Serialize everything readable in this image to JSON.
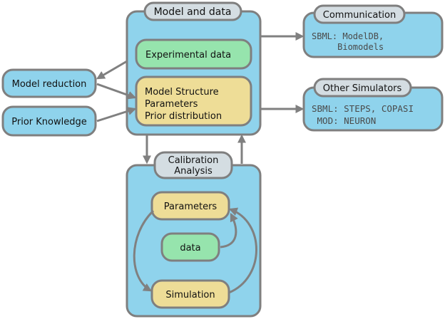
{
  "colors": {
    "blue": "#8fd3ec",
    "green": "#96e4ad",
    "yellow": "#eedd97",
    "grey_tab": "#d4dde2",
    "stroke": "#7f7f7f",
    "arrow": "#808080"
  },
  "model_and_data": {
    "title": "Model and data",
    "experimental_data": "Experimental data",
    "structure_lines": [
      "Model Structure",
      "Parameters",
      "Prior distribution"
    ]
  },
  "model_reduction": "Model reduction",
  "prior_knowledge": "Prior Knowledge",
  "communication": {
    "title": "Communication",
    "lines": [
      "SBML: ModelDB,",
      "     Biomodels"
    ]
  },
  "other_simulators": {
    "title": "Other Simulators",
    "lines": [
      "SBML: STEPS, COPASI",
      " MOD: NEURON"
    ]
  },
  "calibration": {
    "title_lines": [
      "Calibration",
      "Analysis"
    ],
    "parameters": "Parameters",
    "data": "data",
    "simulation": "Simulation"
  }
}
